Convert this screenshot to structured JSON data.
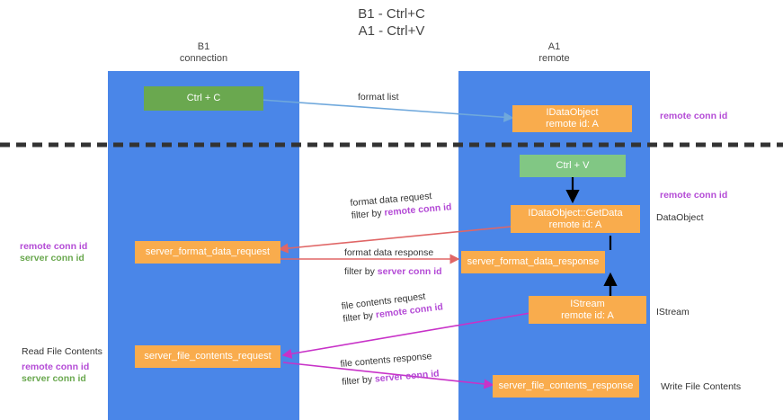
{
  "title": {
    "line1": "B1 - Ctrl+C",
    "line2": "A1 - Ctrl+V"
  },
  "lanes": [
    {
      "id": "b1",
      "name": "B1",
      "sub": "connection"
    },
    {
      "id": "a1",
      "name": "A1",
      "sub": "remote"
    }
  ],
  "colors": {
    "lane": "#4a86e8",
    "green_box": "#6aa84f",
    "green_box_light": "#81c784",
    "orange_box": "#f9ac4d",
    "remote_conn_id": "#b44bd6",
    "server_conn_id": "#6aa84f",
    "arrow_format_list": "#6fa8dc",
    "arrow_black": "#000000",
    "arrow_red": "#e06666",
    "arrow_magenta": "#c832c8",
    "divider": "#333333"
  },
  "boxes": {
    "ctrl_c": "Ctrl + C",
    "ctrl_v": "Ctrl + V",
    "idataobject": "IDataObject\nremote id: A",
    "idataobject_line1": "IDataObject",
    "idataobject_line2": "remote id: A",
    "getdata_line1": "IDataObject::GetData",
    "getdata_line2": "remote id: A",
    "istream_line1": "IStream",
    "istream_line2": "remote id: A",
    "server_format_data_request": "server_format_data_request",
    "server_format_data_response": "server_format_data_response",
    "server_file_contents_request": "server_file_contents_request",
    "server_file_contents_response": "server_file_contents_response"
  },
  "flow_labels": {
    "format_list": "format list",
    "format_data_request": "format data request",
    "format_data_request_filter_prefix": "filter by ",
    "format_data_request_filter_key": "remote conn id",
    "format_data_response": "format data response",
    "format_data_response_filter_prefix": "filter by ",
    "format_data_response_filter_key": "server conn id",
    "file_contents_request": "file contents request",
    "file_contents_request_filter_prefix": "filter by ",
    "file_contents_request_filter_key": "remote conn id",
    "file_contents_response": "file contents response",
    "file_contents_response_filter_prefix": "filter by ",
    "file_contents_response_filter_key": "server conn id"
  },
  "annotations": {
    "right_remote_conn_id_top": "remote conn id",
    "right_remote_conn_id_mid": "remote conn id",
    "right_dataobject": "DataObject",
    "right_istream": "IStream",
    "right_write_file_contents": "Write File Contents",
    "left_remote_conn_id_mid": "remote conn id",
    "left_server_conn_id_mid": "server conn id",
    "left_read_file_contents": "Read File Contents",
    "left_remote_conn_id_bottom": "remote conn id",
    "left_server_conn_id_bottom": "server conn id"
  }
}
